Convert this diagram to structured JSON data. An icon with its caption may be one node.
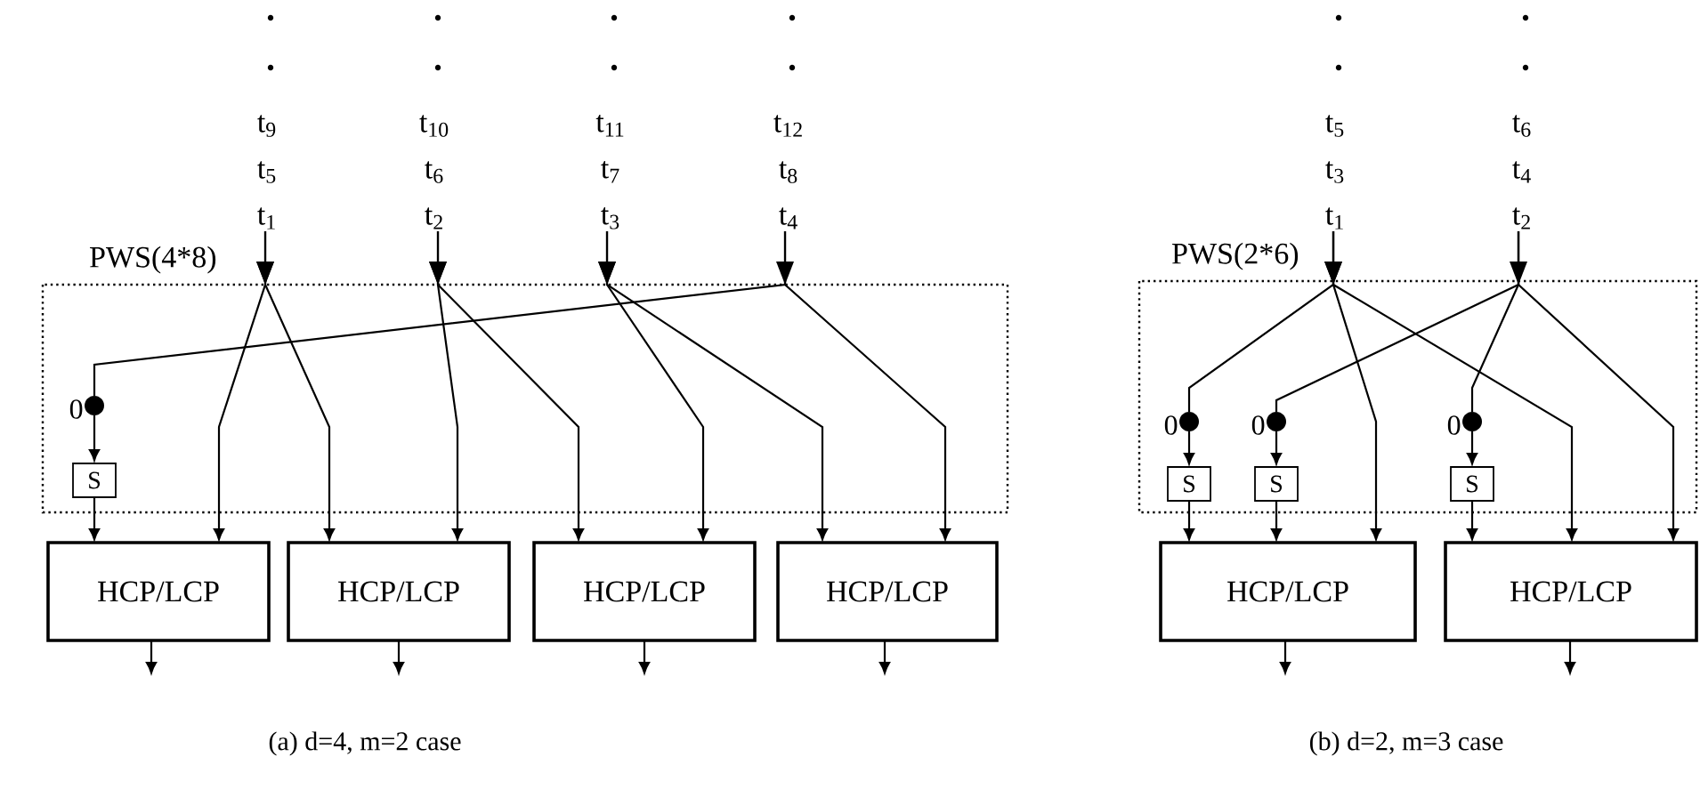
{
  "diagram": {
    "nodes": [
      {
        "text": [
          "t$_{9}$",
          "t$_{5}$",
          "t$_{1}$"
        ]
      },
      {
        "text": [
          "t$_{10}$",
          "t$_{6}$",
          "t$_{2}$"
        ]
      },
      {
        "text": [
          "t$_{11}$",
          "t$_{7}$",
          "t$_{3}$"
        ]
      },
      {
        "text": [
          "t$_{12}$",
          "t$_{8}$",
          "t$_{4}$"
        ]
      },
      {
        "text": [
          "PWS(4*8)"
        ]
      },
      {
        "text": [],
        "shape": "circle",
        "beside": [
          "0"
        ],
        "in": 4
      },
      {
        "text": [
          "S"
        ],
        "in": 4
      },
      {
        "text": [
          "HCP/LCP"
        ]
      },
      {
        "text": [
          "HCP/LCP"
        ]
      },
      {
        "text": [
          "HCP/LCP"
        ]
      },
      {
        "text": [
          "HCP/LCP"
        ]
      },
      {
        "text": [
          "t$_{5}$",
          "t$_{3}$",
          "t$_{1}$"
        ]
      },
      {
        "text": [
          "t$_{6}$",
          "t$_{4}$",
          "t$_{2}$"
        ]
      },
      {
        "text": [
          "PWS(2*6)"
        ]
      },
      {
        "text": [],
        "shape": "circle",
        "beside": [
          "0"
        ],
        "in": 13
      },
      {
        "text": [],
        "shape": "circle",
        "beside": [
          "0"
        ],
        "in": 13
      },
      {
        "text": [],
        "shape": "circle",
        "beside": [
          "0"
        ],
        "in": 13
      },
      {
        "text": [
          "S"
        ],
        "in": 13
      },
      {
        "text": [
          "S"
        ],
        "in": 13
      },
      {
        "text": [
          "S"
        ],
        "in": 13
      },
      {
        "text": [
          "HCP/LCP"
        ]
      },
      {
        "text": [
          "HCP/LCP"
        ]
      }
    ],
    "edges": [
      {
        "from": 0,
        "to": 7,
        "arrow": "to"
      },
      {
        "from": 0,
        "to": 8,
        "arrow": "to"
      },
      {
        "from": 1,
        "to": 8,
        "arrow": "to"
      },
      {
        "from": 1,
        "to": 9,
        "arrow": "to"
      },
      {
        "from": 2,
        "to": 9,
        "arrow": "to"
      },
      {
        "from": 2,
        "to": 10,
        "arrow": "to"
      },
      {
        "from": 3,
        "to": 5,
        "arrow": "none"
      },
      {
        "from": 3,
        "to": 10,
        "arrow": "to"
      },
      {
        "from": 5,
        "to": 6,
        "arrow": "to"
      },
      {
        "from": 6,
        "to": 7,
        "arrow": "to"
      },
      {
        "from": 7,
        "to": null,
        "arrow": "to"
      },
      {
        "from": 8,
        "to": null,
        "arrow": "to"
      },
      {
        "from": 9,
        "to": null,
        "arrow": "to"
      },
      {
        "from": 10,
        "to": null,
        "arrow": "to"
      },
      {
        "from": 11,
        "to": 14,
        "arrow": "none"
      },
      {
        "from": 11,
        "to": 20,
        "arrow": "to"
      },
      {
        "from": 11,
        "to": 21,
        "arrow": "to"
      },
      {
        "from": 12,
        "to": 15,
        "arrow": "none"
      },
      {
        "from": 12,
        "to": 16,
        "arrow": "none"
      },
      {
        "from": 12,
        "to": 21,
        "arrow": "to"
      },
      {
        "from": 14,
        "to": 17,
        "arrow": "to"
      },
      {
        "from": 15,
        "to": 18,
        "arrow": "to"
      },
      {
        "from": 16,
        "to": 19,
        "arrow": "to"
      },
      {
        "from": 17,
        "to": 20,
        "arrow": "to"
      },
      {
        "from": 18,
        "to": 20,
        "arrow": "to"
      },
      {
        "from": 19,
        "to": 21,
        "arrow": "to"
      },
      {
        "from": 20,
        "to": null,
        "arrow": "to"
      },
      {
        "from": 21,
        "to": null,
        "arrow": "to"
      }
    ],
    "labels": [
      "(a) d=4, m=2 case",
      "(b) d=2, m=3 case"
    ]
  }
}
